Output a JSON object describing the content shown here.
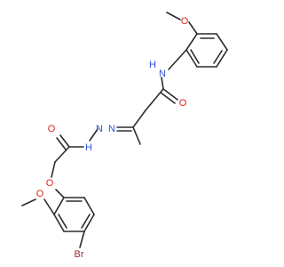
{
  "structure": {
    "atoms": {
      "o_methoxy_top": "O",
      "nh_amide": "H",
      "n_amide": "N",
      "o_carbonyl_right": "O",
      "n_hydrazone_1": "N",
      "n_hydrazone_2": "N",
      "nh_hydrazide": "H",
      "o_carbonyl_left": "O",
      "o_ether": "O",
      "o_methoxy_left": "O",
      "br": "Br"
    },
    "colors": {
      "bond": "#2b2b2b",
      "oxygen": "#e0201b",
      "nitrogen": "#2f4fd6",
      "bromine": "#a52a2a"
    }
  }
}
